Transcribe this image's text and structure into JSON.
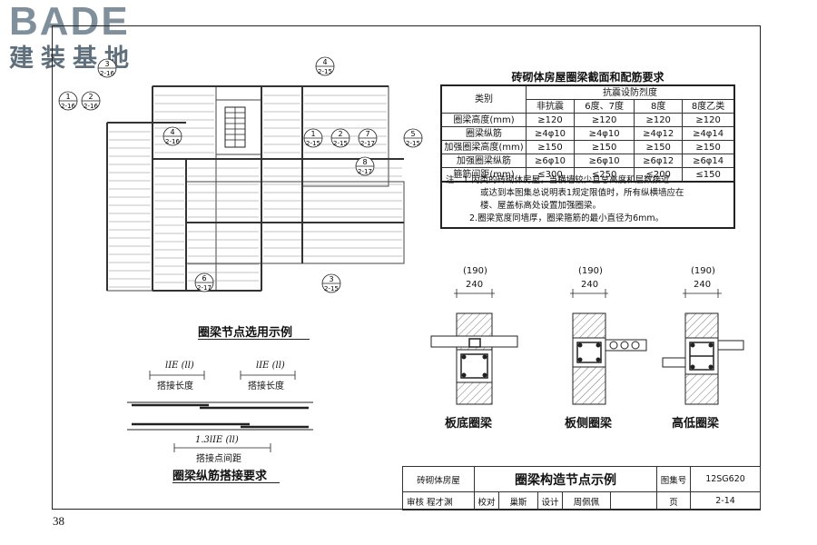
{
  "logo": {
    "top": "BADE",
    "bottom": "建装基地"
  },
  "page_number": "38",
  "table": {
    "title": "砖砌体房屋圈梁截面和配筋要求",
    "col_category": "类别",
    "col_group": "抗震设防烈度",
    "subcols": [
      "非抗震",
      "6度、7度",
      "8度",
      "8度乙类"
    ],
    "rows": [
      {
        "label": "圈梁高度(mm)",
        "values": [
          "≥120",
          "≥120",
          "≥120",
          "≥120"
        ]
      },
      {
        "label": "圈梁纵筋",
        "values": [
          "≥4φ10",
          "≥4φ10",
          "≥4φ12",
          "≥4φ14"
        ]
      },
      {
        "label": "加强圈梁高度(mm)",
        "values": [
          "≥150",
          "≥150",
          "≥150",
          "≥150"
        ]
      },
      {
        "label": "加强圈梁纵筋",
        "values": [
          "≥6φ10",
          "≥6φ10",
          "≥6φ12",
          "≥6φ14"
        ]
      },
      {
        "label": "箍筋间距(mm)",
        "values": [
          "≤300",
          "≤250",
          "≤200",
          "≤150"
        ]
      }
    ],
    "notes": [
      "注：1.丙类的砖砌体房屋，当横墙较少且总高度和层数接近",
      "或达到本图集总说明表1规定限值时，所有纵横墙应在",
      "楼、屋盖标高处设置加强圈梁。",
      "2.圈梁宽度同墙厚，圈梁箍筋的最小直径为6mm。"
    ]
  },
  "plan": {
    "caption": "圈梁节点选用示例",
    "markers": [
      {
        "top": "1",
        "bottom": "2-16"
      },
      {
        "top": "2",
        "bottom": "2-16"
      },
      {
        "top": "3",
        "bottom": "2-16"
      },
      {
        "top": "4",
        "bottom": "2-15"
      },
      {
        "top": "4",
        "bottom": "2-16"
      },
      {
        "top": "1",
        "bottom": "2-15"
      },
      {
        "top": "2",
        "bottom": "2-15"
      },
      {
        "top": "7",
        "bottom": "2-17"
      },
      {
        "top": "5",
        "bottom": "2-15"
      },
      {
        "top": "8",
        "bottom": "2-17"
      },
      {
        "top": "6",
        "bottom": "2-17"
      },
      {
        "top": "3",
        "bottom": "2-15"
      }
    ]
  },
  "lap": {
    "label_le": "lIE (ll)",
    "label_len": "搭接长度",
    "label_13": "1.3lIE (ll)",
    "label_spacing": "搭接点间距",
    "caption": "圈梁纵筋搭接要求"
  },
  "details": [
    {
      "dim_top": "(190)",
      "dim": "240",
      "caption": "板底圈梁"
    },
    {
      "dim_top": "(190)",
      "dim": "240",
      "caption": "板侧圈梁"
    },
    {
      "dim_top": "(190)",
      "dim": "240",
      "caption": "高低圈梁"
    }
  ],
  "title_block": {
    "category": "砖砌体房屋",
    "title": "圈梁构造节点示例",
    "atlas_label": "图集号",
    "atlas_no": "12SG620",
    "review": "审核",
    "reviewer": "程才渊",
    "check": "校对",
    "checker": "巢斯",
    "design": "设计",
    "designer": "周佩佩",
    "page_label": "页",
    "page_no": "2-14"
  }
}
